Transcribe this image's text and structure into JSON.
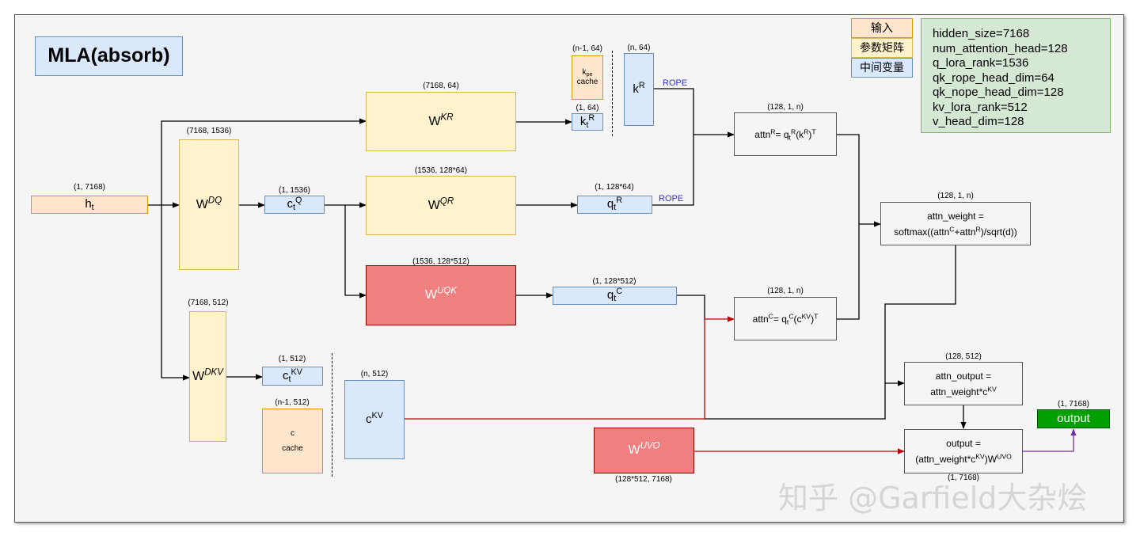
{
  "title": "MLA(absorb)",
  "legend": {
    "input": "输入",
    "param": "参数矩阵",
    "inter": "中间变量"
  },
  "config_lines": [
    "hidden_size=7168",
    "num_attention_head=128",
    "q_lora_rank=1536",
    "qk_rope_head_dim=64",
    "qk_nope_head_dim=128",
    "kv_lora_rank=512",
    "v_head_dim=128"
  ],
  "nodes": {
    "h_t": {
      "base": "h",
      "sub": "t",
      "dim": "(1, 7168)"
    },
    "W_DQ": {
      "base": "W",
      "sup": "DQ",
      "dim": "(7168, 1536)"
    },
    "c_t_Q": {
      "base": "c",
      "sub": "t",
      "sup": "Q",
      "dim": "(1, 1536)"
    },
    "W_KR": {
      "base": "W",
      "sup": "KR",
      "dim": "(7168, 64)"
    },
    "W_QR": {
      "base": "W",
      "sup": "QR",
      "dim": "(1536, 128*64)"
    },
    "W_UQK": {
      "base": "W",
      "sup": "UQK",
      "dim": "(1536, 128*512)"
    },
    "k_t_R": {
      "base": "k",
      "sub": "t",
      "sup": "R",
      "dim": "(1, 64)"
    },
    "kpe_cache": {
      "top": "k",
      "top_sub": "pe",
      "bottom": "cache",
      "dim": "(n-1, 64)"
    },
    "k_R": {
      "base": "k",
      "sup": "R",
      "dim": "(n, 64)"
    },
    "q_t_R": {
      "base": "q",
      "sub": "t",
      "sup": "R",
      "dim": "(1, 128*64)"
    },
    "q_t_C": {
      "base": "q",
      "sub": "t",
      "sup": "C",
      "dim": "(1, 128*512)"
    },
    "W_DKV": {
      "base": "W",
      "sup": "DKV",
      "dim": "(7168, 512)"
    },
    "c_t_KV": {
      "base": "c",
      "sub": "t",
      "sup": "KV",
      "dim": "(1, 512)"
    },
    "c_cache": {
      "top": "c",
      "bottom": "cache",
      "dim": "(n-1, 512)"
    },
    "c_KV": {
      "base": "c",
      "sup": "KV",
      "dim": "(n, 512)"
    },
    "W_UVO": {
      "base": "W",
      "sup": "UVO",
      "dim": "(128*512, 7168)"
    }
  },
  "rope_label": "ROPE",
  "ops": {
    "attn_R": {
      "dim": "(128, 1, n)"
    },
    "attn_C": {
      "dim": "(128, 1, n)"
    },
    "attn_weight": {
      "line1": "attn_weight =",
      "dim": "(128, 1, n)"
    },
    "attn_output": {
      "line1": "attn_output =",
      "dim": "(128, 512)"
    },
    "output_op": {
      "line1": "output =",
      "dim": "(1, 7168)"
    }
  },
  "output": {
    "label": "output",
    "dim": "(1, 7168)"
  },
  "watermark": "知乎 @Garfield大杂烩",
  "colors": {
    "red_edge": "#c00000",
    "purple_edge": "#7030a0",
    "rope_text": "#3333cc"
  }
}
